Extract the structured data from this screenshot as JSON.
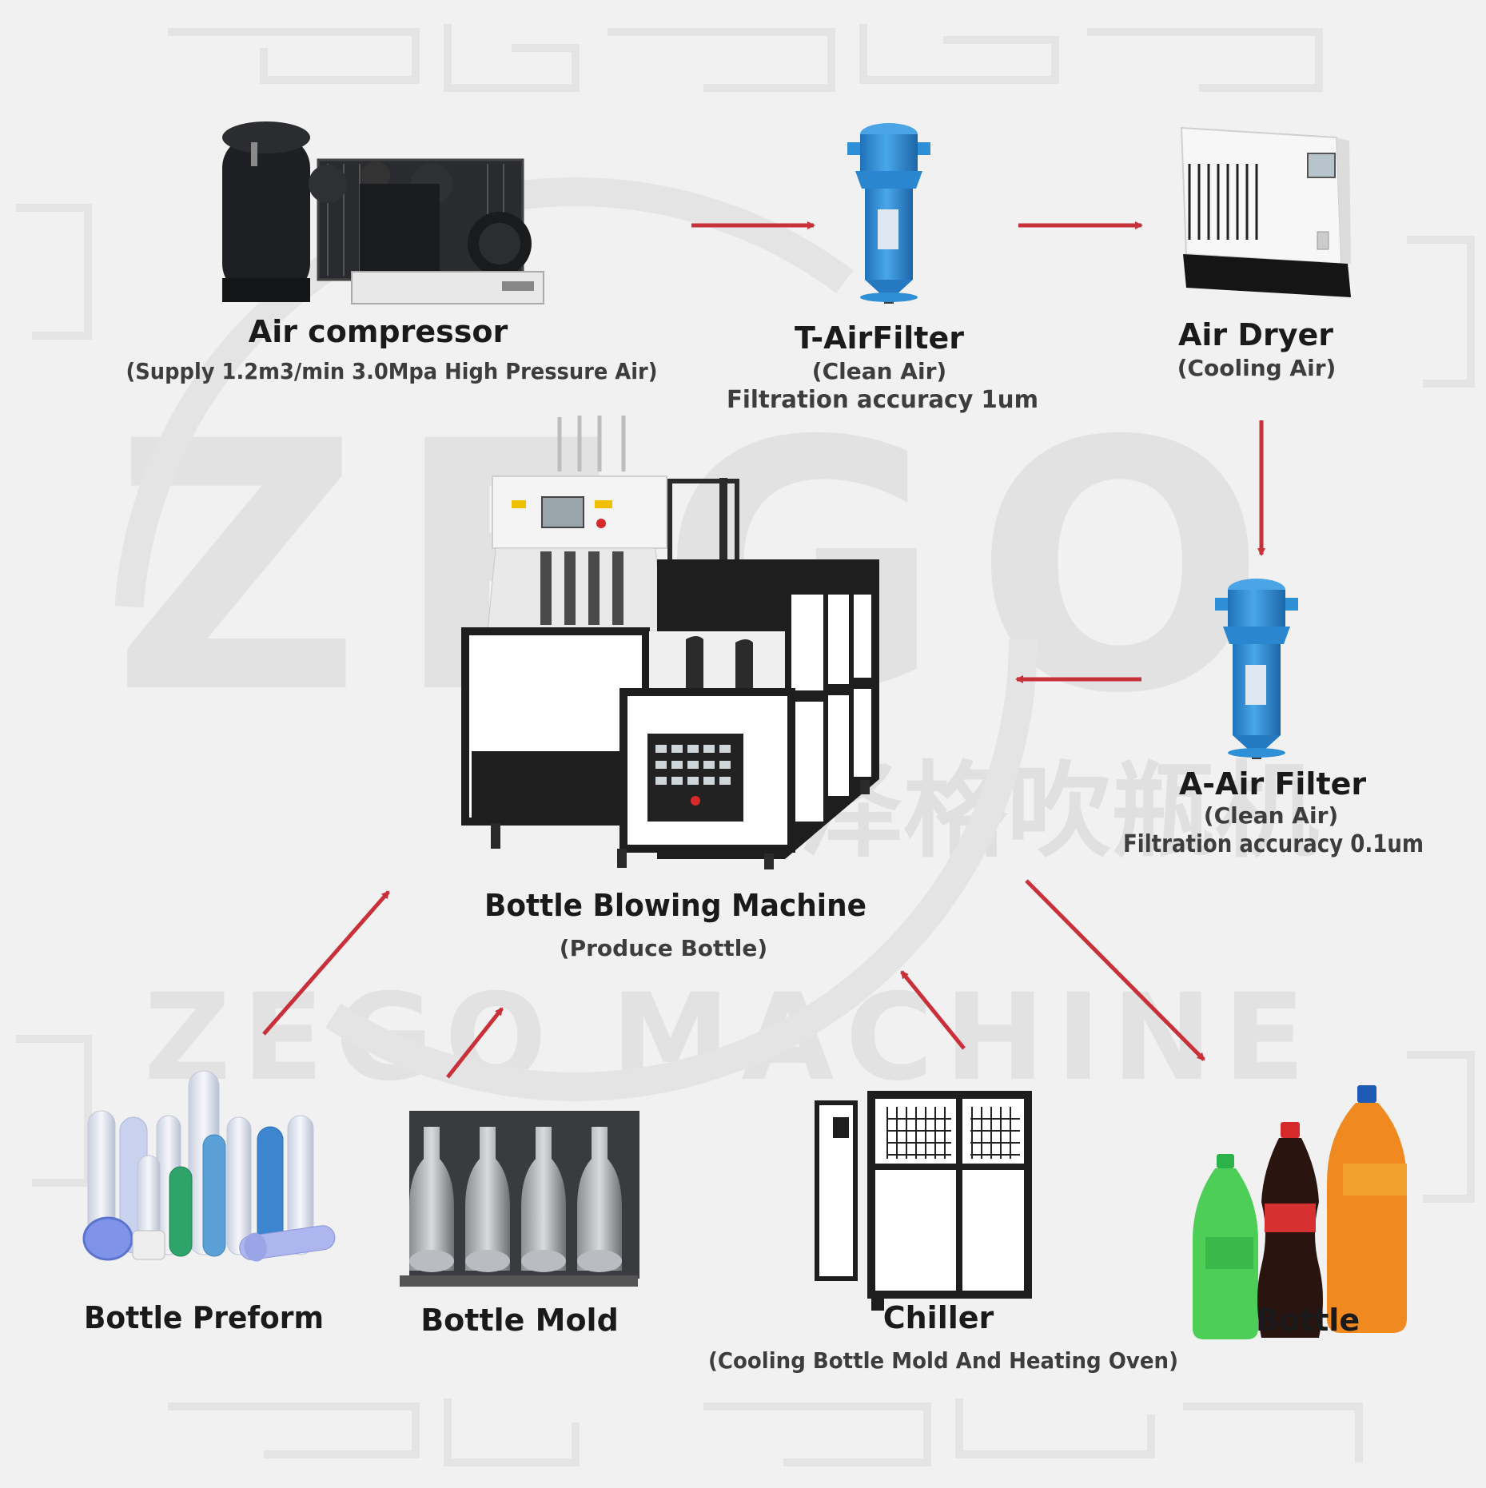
{
  "watermark": {
    "big_letters": "ZEGO",
    "machine_text": "ZEGO MACHINE",
    "chinese_text": "泽格吹瓶机"
  },
  "nodes": {
    "air_compressor": {
      "title": "Air compressor",
      "subtitle": "(Supply 1.2m3/min 3.0Mpa High Pressure Air)"
    },
    "t_air_filter": {
      "title": "T-AirFilter",
      "subtitle": "(Clean Air)",
      "detail": "Filtration accuracy 1um"
    },
    "air_dryer": {
      "title": "Air Dryer",
      "subtitle": "(Cooling Air)"
    },
    "a_air_filter": {
      "title": "A-Air Filter",
      "subtitle": "(Clean Air)",
      "detail": "Filtration accuracy 0.1um"
    },
    "bottle_blowing_machine": {
      "title": "Bottle Blowing Machine",
      "subtitle": "(Produce Bottle)"
    },
    "bottle_preform": {
      "title": "Bottle Preform"
    },
    "bottle_mold": {
      "title": "Bottle Mold"
    },
    "chiller": {
      "title": "Chiller",
      "subtitle": "(Cooling Bottle Mold And Heating Oven)"
    },
    "bottle": {
      "title": "Bottle"
    }
  },
  "colors": {
    "arrow": "#c8313a",
    "filter_blue": "#2f8fd6",
    "machine_black": "#1e1e1e"
  }
}
